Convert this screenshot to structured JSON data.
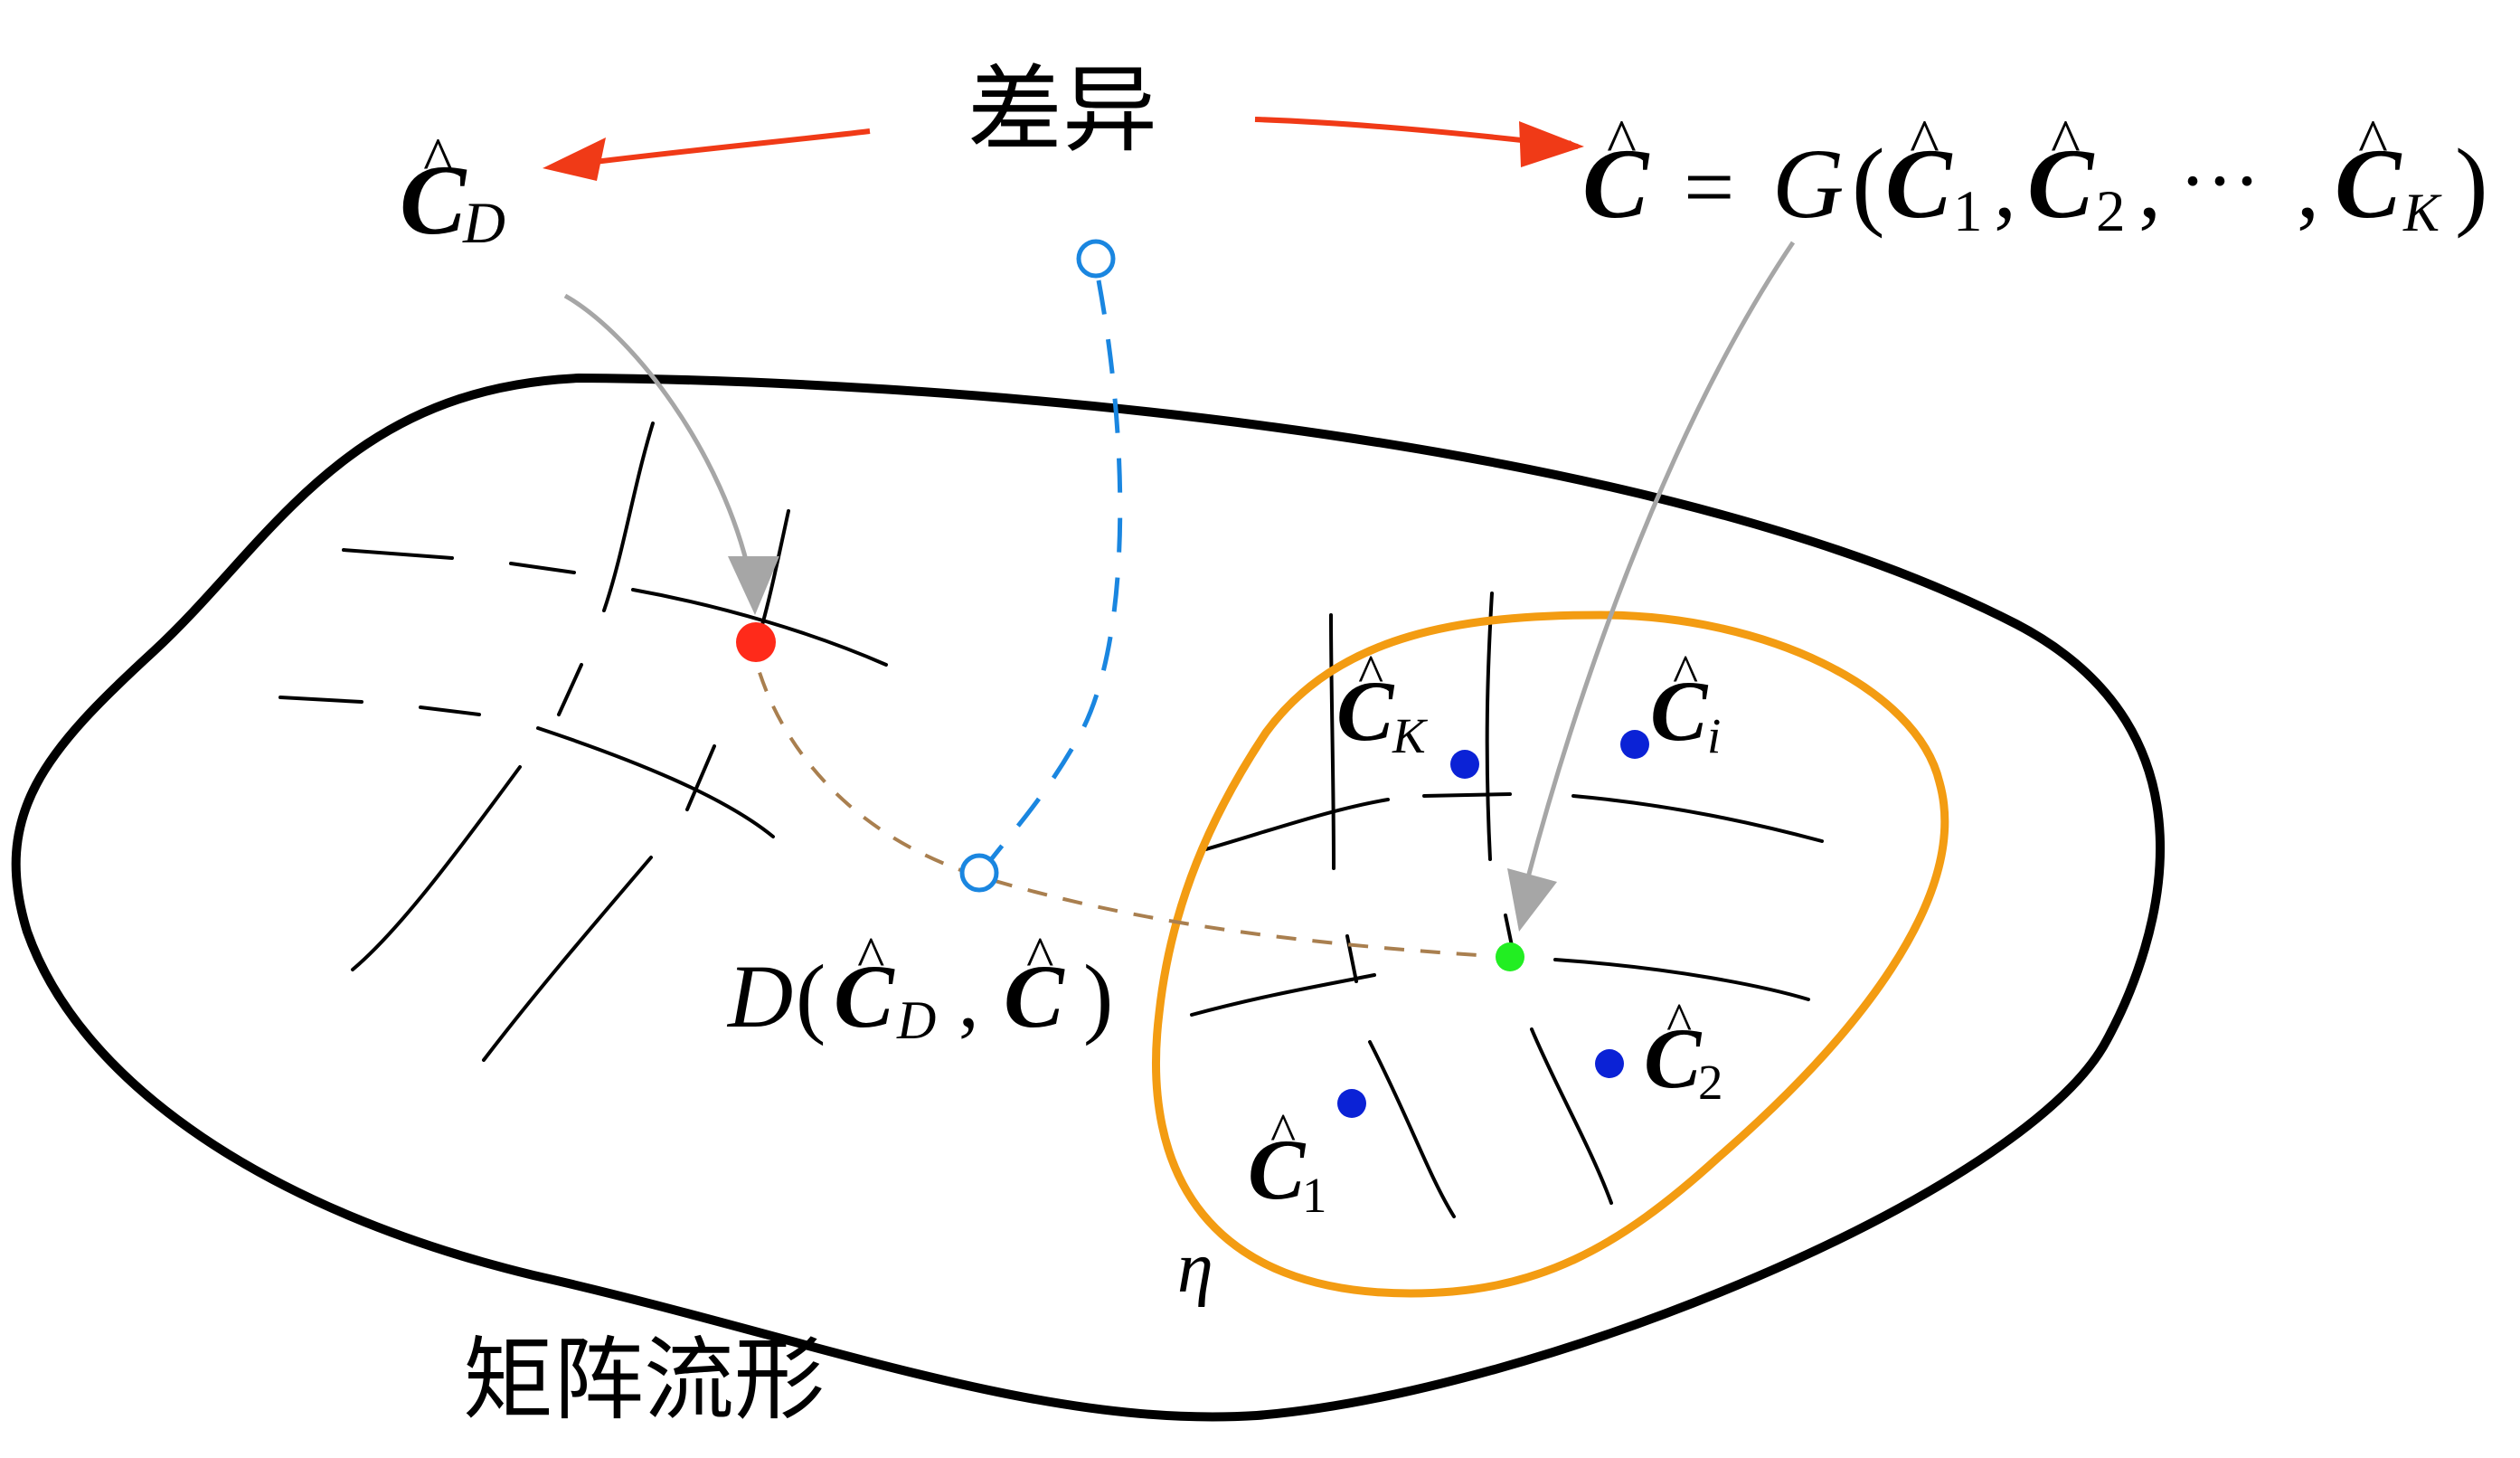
{
  "labels": {
    "difference": "差异",
    "manifold": "矩阵流形",
    "eta": "η",
    "C_letter": "C",
    "hat": "^",
    "sub_D": "D",
    "sub_K": "K",
    "sub_i": "i",
    "sub_1": "1",
    "sub_2": "2",
    "equals": "=",
    "func_G": "G",
    "func_D": "D",
    "open_paren": "(",
    "close_paren": ")",
    "comma": ",",
    "ellipsis": "···"
  },
  "colors": {
    "outline": "#000000",
    "red_arrow": "#f03a17",
    "gray_arrow": "#a6a6a6",
    "blue": "#1a86e0",
    "brown": "#a97f4f",
    "orange": "#f39c12",
    "red_point": "#ff2a1a",
    "green_point": "#22ee22",
    "blue_point": "#0b22d6"
  }
}
